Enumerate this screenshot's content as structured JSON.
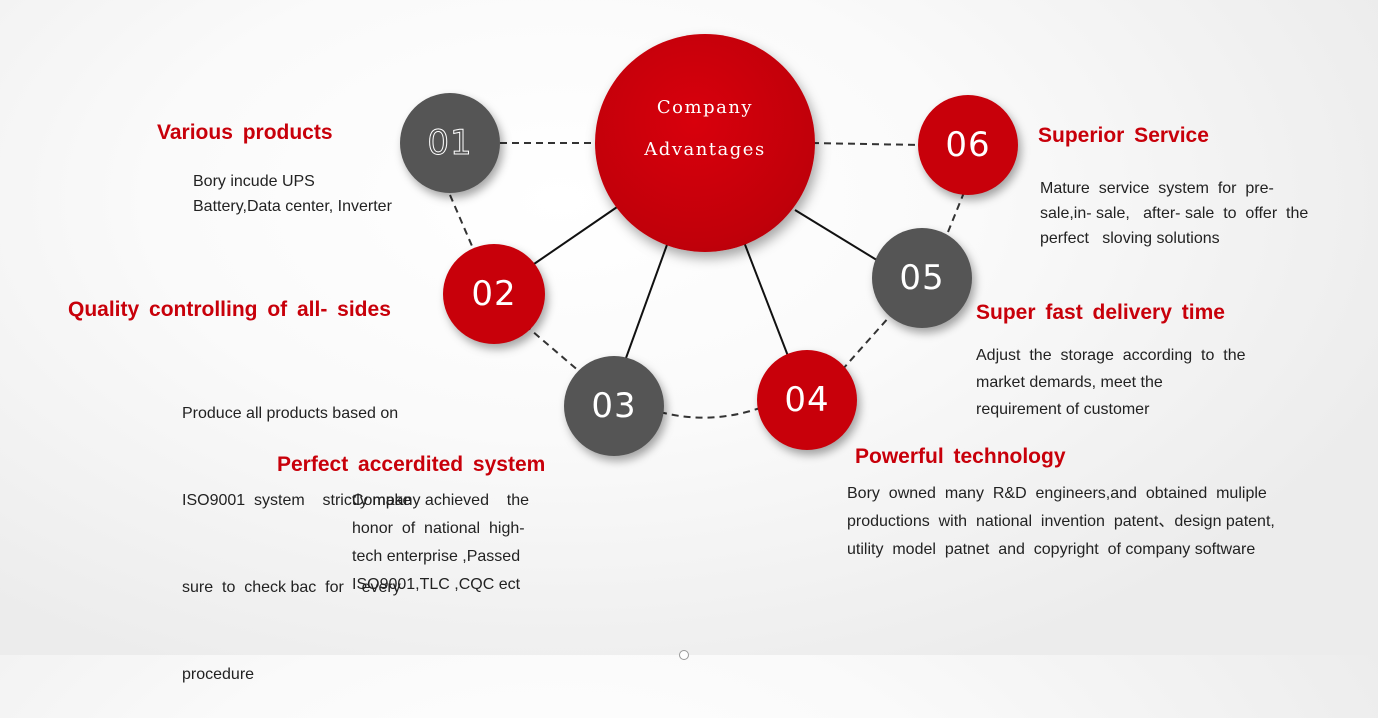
{
  "colors": {
    "accent": "#c8000a",
    "grey": "#555555",
    "title": "#c8000a",
    "text": "#222222"
  },
  "center": {
    "line1": "Company",
    "line2": "Advantages"
  },
  "nodes": [
    {
      "num": "01",
      "color": "grey",
      "title": "Various  products",
      "desc": [
        "Bory  incude  UPS",
        "Battery,Data center, Inverter"
      ]
    },
    {
      "num": "02",
      "color": "red",
      "title": "Quality  controlling  of  all- sides",
      "desc": [
        "Produce all products based on",
        "ISO9001  system    strictly make",
        "sure  to  check bac  for    every",
        "procedure"
      ]
    },
    {
      "num": "03",
      "color": "grey",
      "title": "Perfect  accerdited  system",
      "desc": [
        "Company achieved    the",
        "honor  of  national  high-",
        "tech enterprise ,Passed",
        "ISO9001,TLC ,CQC ect"
      ]
    },
    {
      "num": "04",
      "color": "red",
      "title": "Powerful   technology",
      "desc": [
        "Bory  owned  many  R&D  engineers,and  obtained  muliple",
        "productions  with  national  invention  patent、design patent,",
        "utility  model  patnet  and  copyright  of company software"
      ]
    },
    {
      "num": "05",
      "color": "grey",
      "title": "Super  fast  delivery  time",
      "desc": [
        "Adjust  the  storage  according  to  the",
        "market demards, meet the",
        "requirement of customer"
      ]
    },
    {
      "num": "06",
      "color": "red",
      "title": "Superior  Service",
      "desc": [
        "Mature  service  system  for  pre-",
        "sale,in- sale,   after- sale  to  offer  the",
        "perfect   sloving solutions"
      ]
    }
  ]
}
